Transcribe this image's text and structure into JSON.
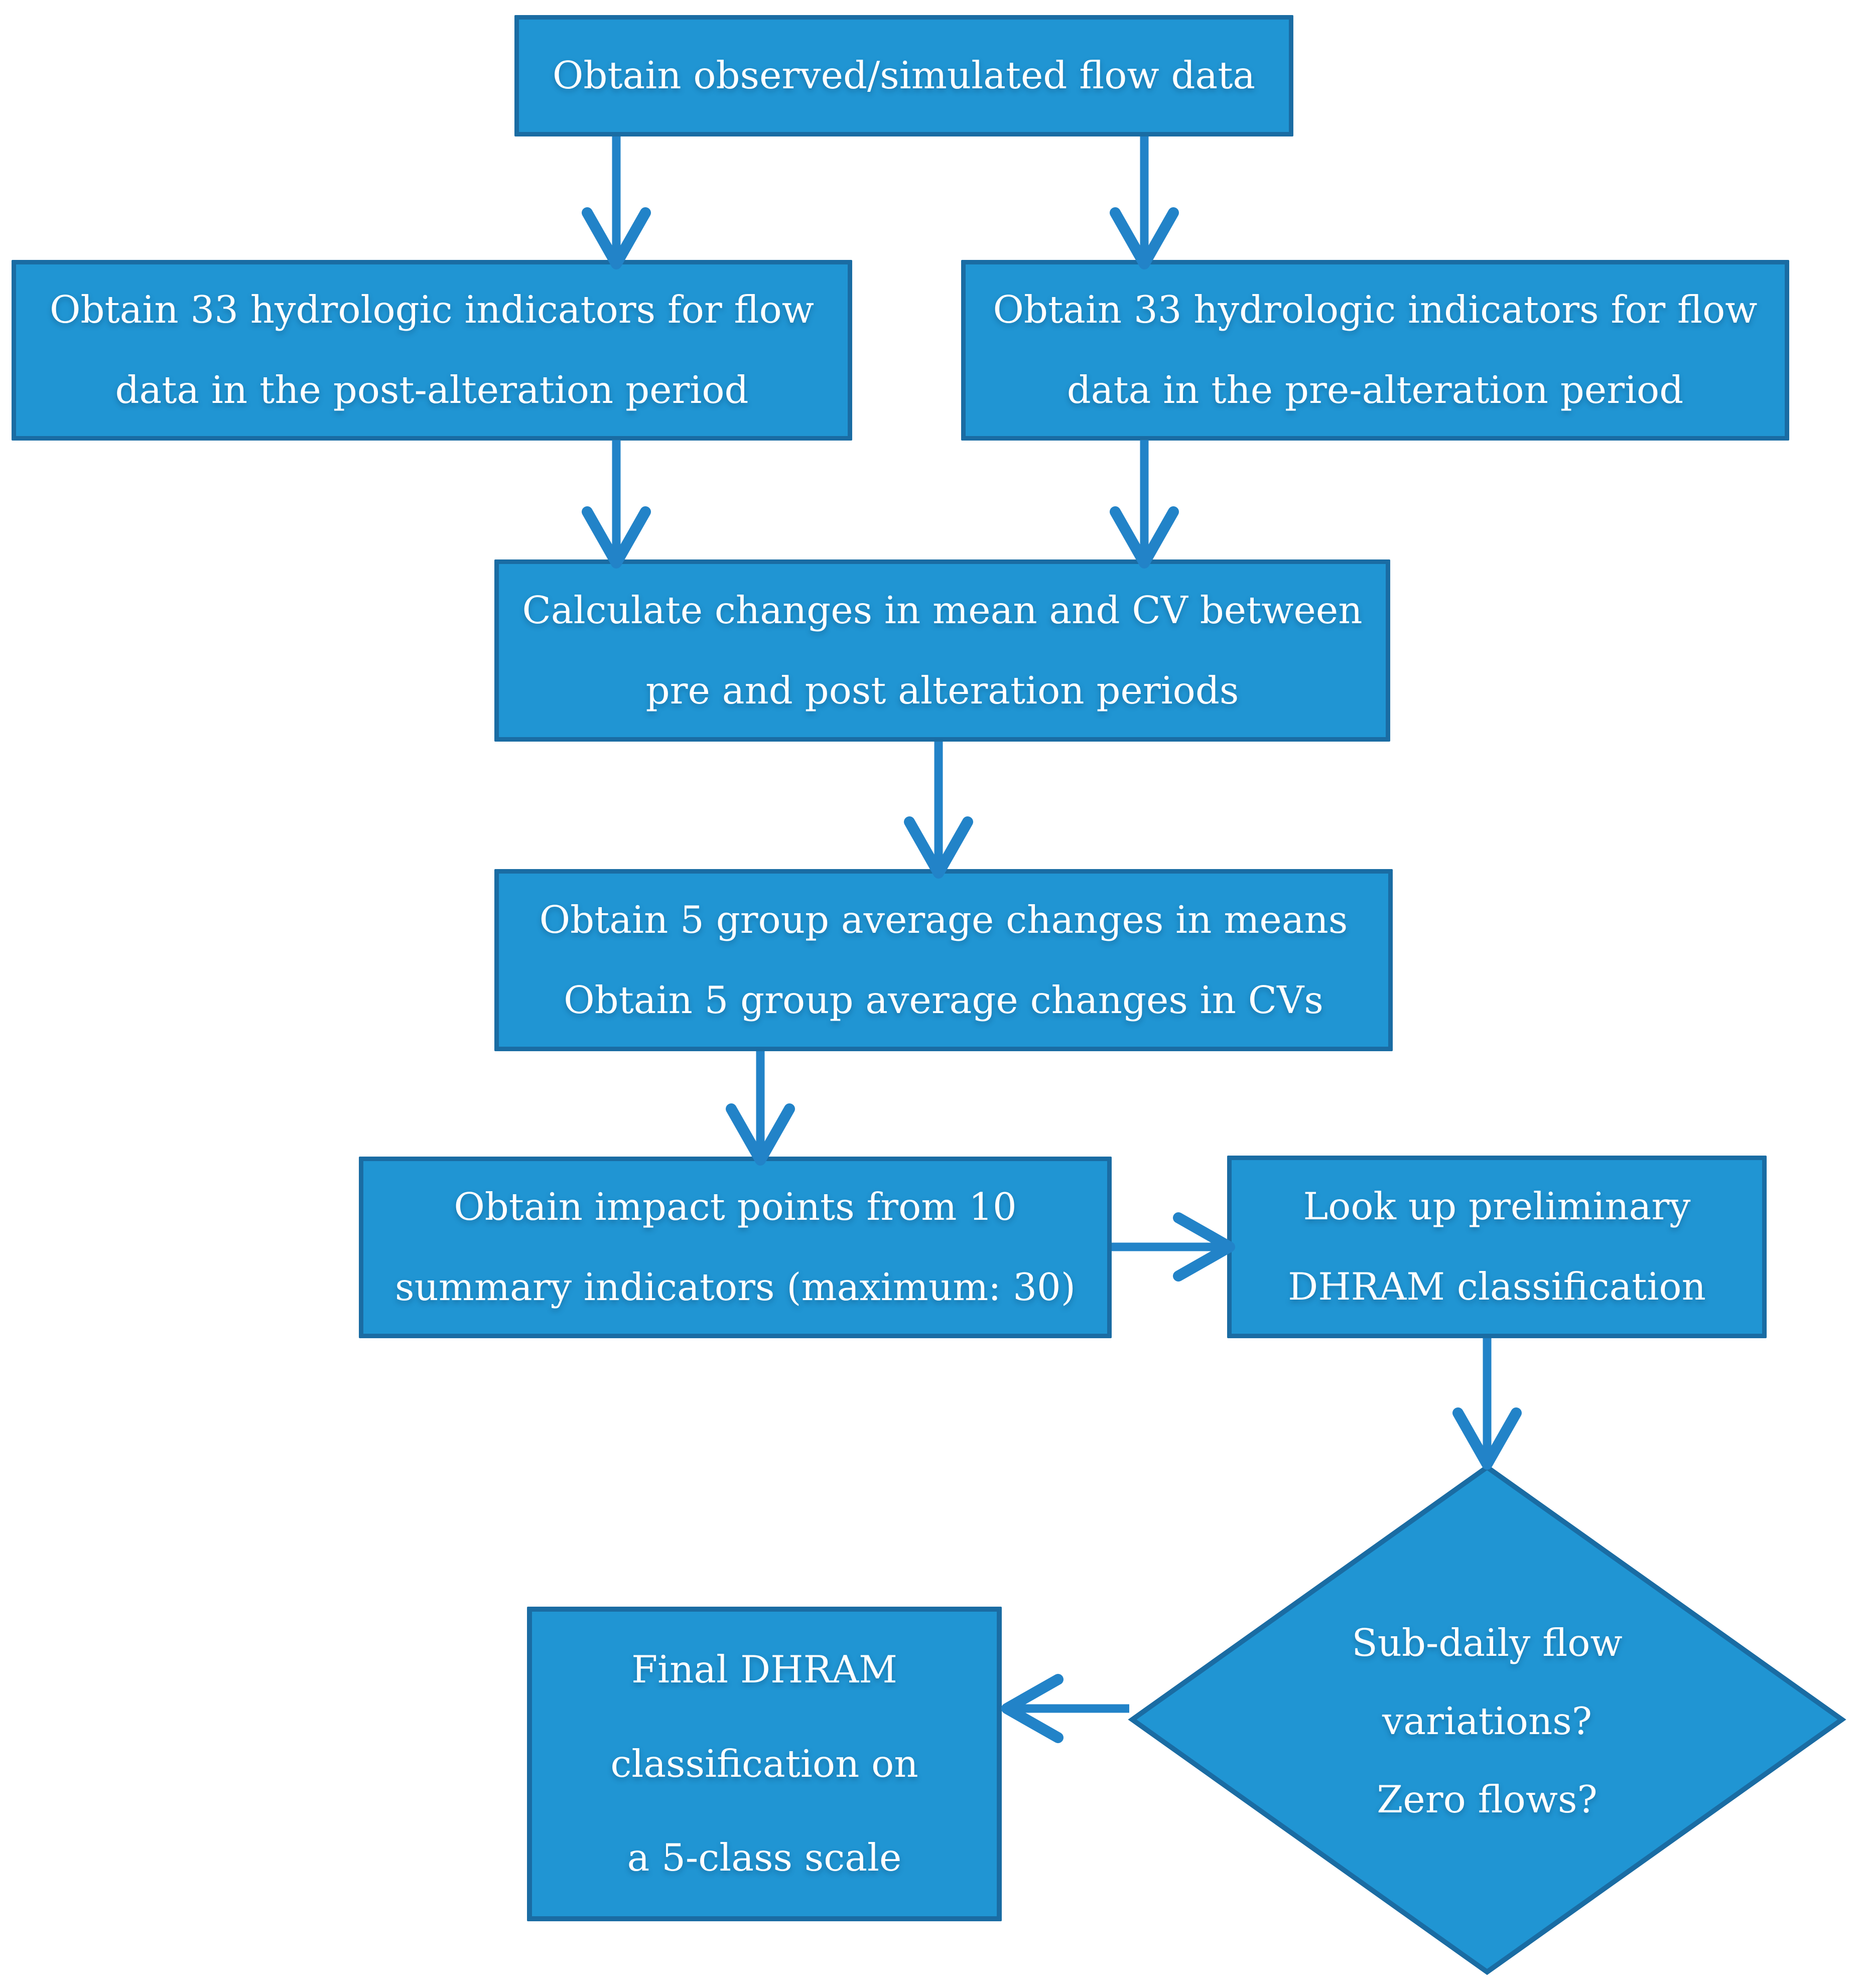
{
  "figure": {
    "description": "DHRAM flowchart",
    "background": "#FFFFFF"
  },
  "colors": {
    "bg": "#FFFFFF",
    "node_fill": "#2095D3",
    "node_border": "#1A6CA3",
    "arrow": "#2283C8",
    "text": "#FFFFFF"
  },
  "nodes": {
    "obtain_flow_data": {
      "lines": [
        "Obtain observed/simulated flow data"
      ]
    },
    "post_alteration": {
      "lines": [
        "Obtain 33 hydrologic indicators for flow",
        "data in the post-alteration period"
      ]
    },
    "pre_alteration": {
      "lines": [
        "Obtain 33 hydrologic indicators for flow",
        "data in the pre-alteration period"
      ]
    },
    "calculate_changes": {
      "lines": [
        "Calculate changes in mean and CV between",
        "pre and post alteration periods"
      ]
    },
    "group_averages": {
      "lines": [
        "Obtain 5 group average changes in means",
        "Obtain 5 group average changes in CVs"
      ]
    },
    "impact_points": {
      "lines": [
        "Obtain impact points from 10",
        "summary indicators (maximum: 30)"
      ]
    },
    "lookup_classification": {
      "lines": [
        "Look up preliminary",
        "DHRAM classification"
      ]
    },
    "decision": {
      "lines": [
        "Sub-daily flow",
        "variations?",
        "Zero flows?"
      ]
    },
    "final_classification": {
      "lines": [
        "Final DHRAM",
        "classification on",
        "a 5-class scale"
      ]
    }
  },
  "edges": [
    {
      "from": "obtain_flow_data",
      "to": "post_alteration"
    },
    {
      "from": "obtain_flow_data",
      "to": "pre_alteration"
    },
    {
      "from": "post_alteration",
      "to": "calculate_changes"
    },
    {
      "from": "pre_alteration",
      "to": "calculate_changes"
    },
    {
      "from": "calculate_changes",
      "to": "group_averages"
    },
    {
      "from": "group_averages",
      "to": "impact_points"
    },
    {
      "from": "impact_points",
      "to": "lookup_classification"
    },
    {
      "from": "lookup_classification",
      "to": "decision"
    },
    {
      "from": "decision",
      "to": "final_classification"
    }
  ]
}
